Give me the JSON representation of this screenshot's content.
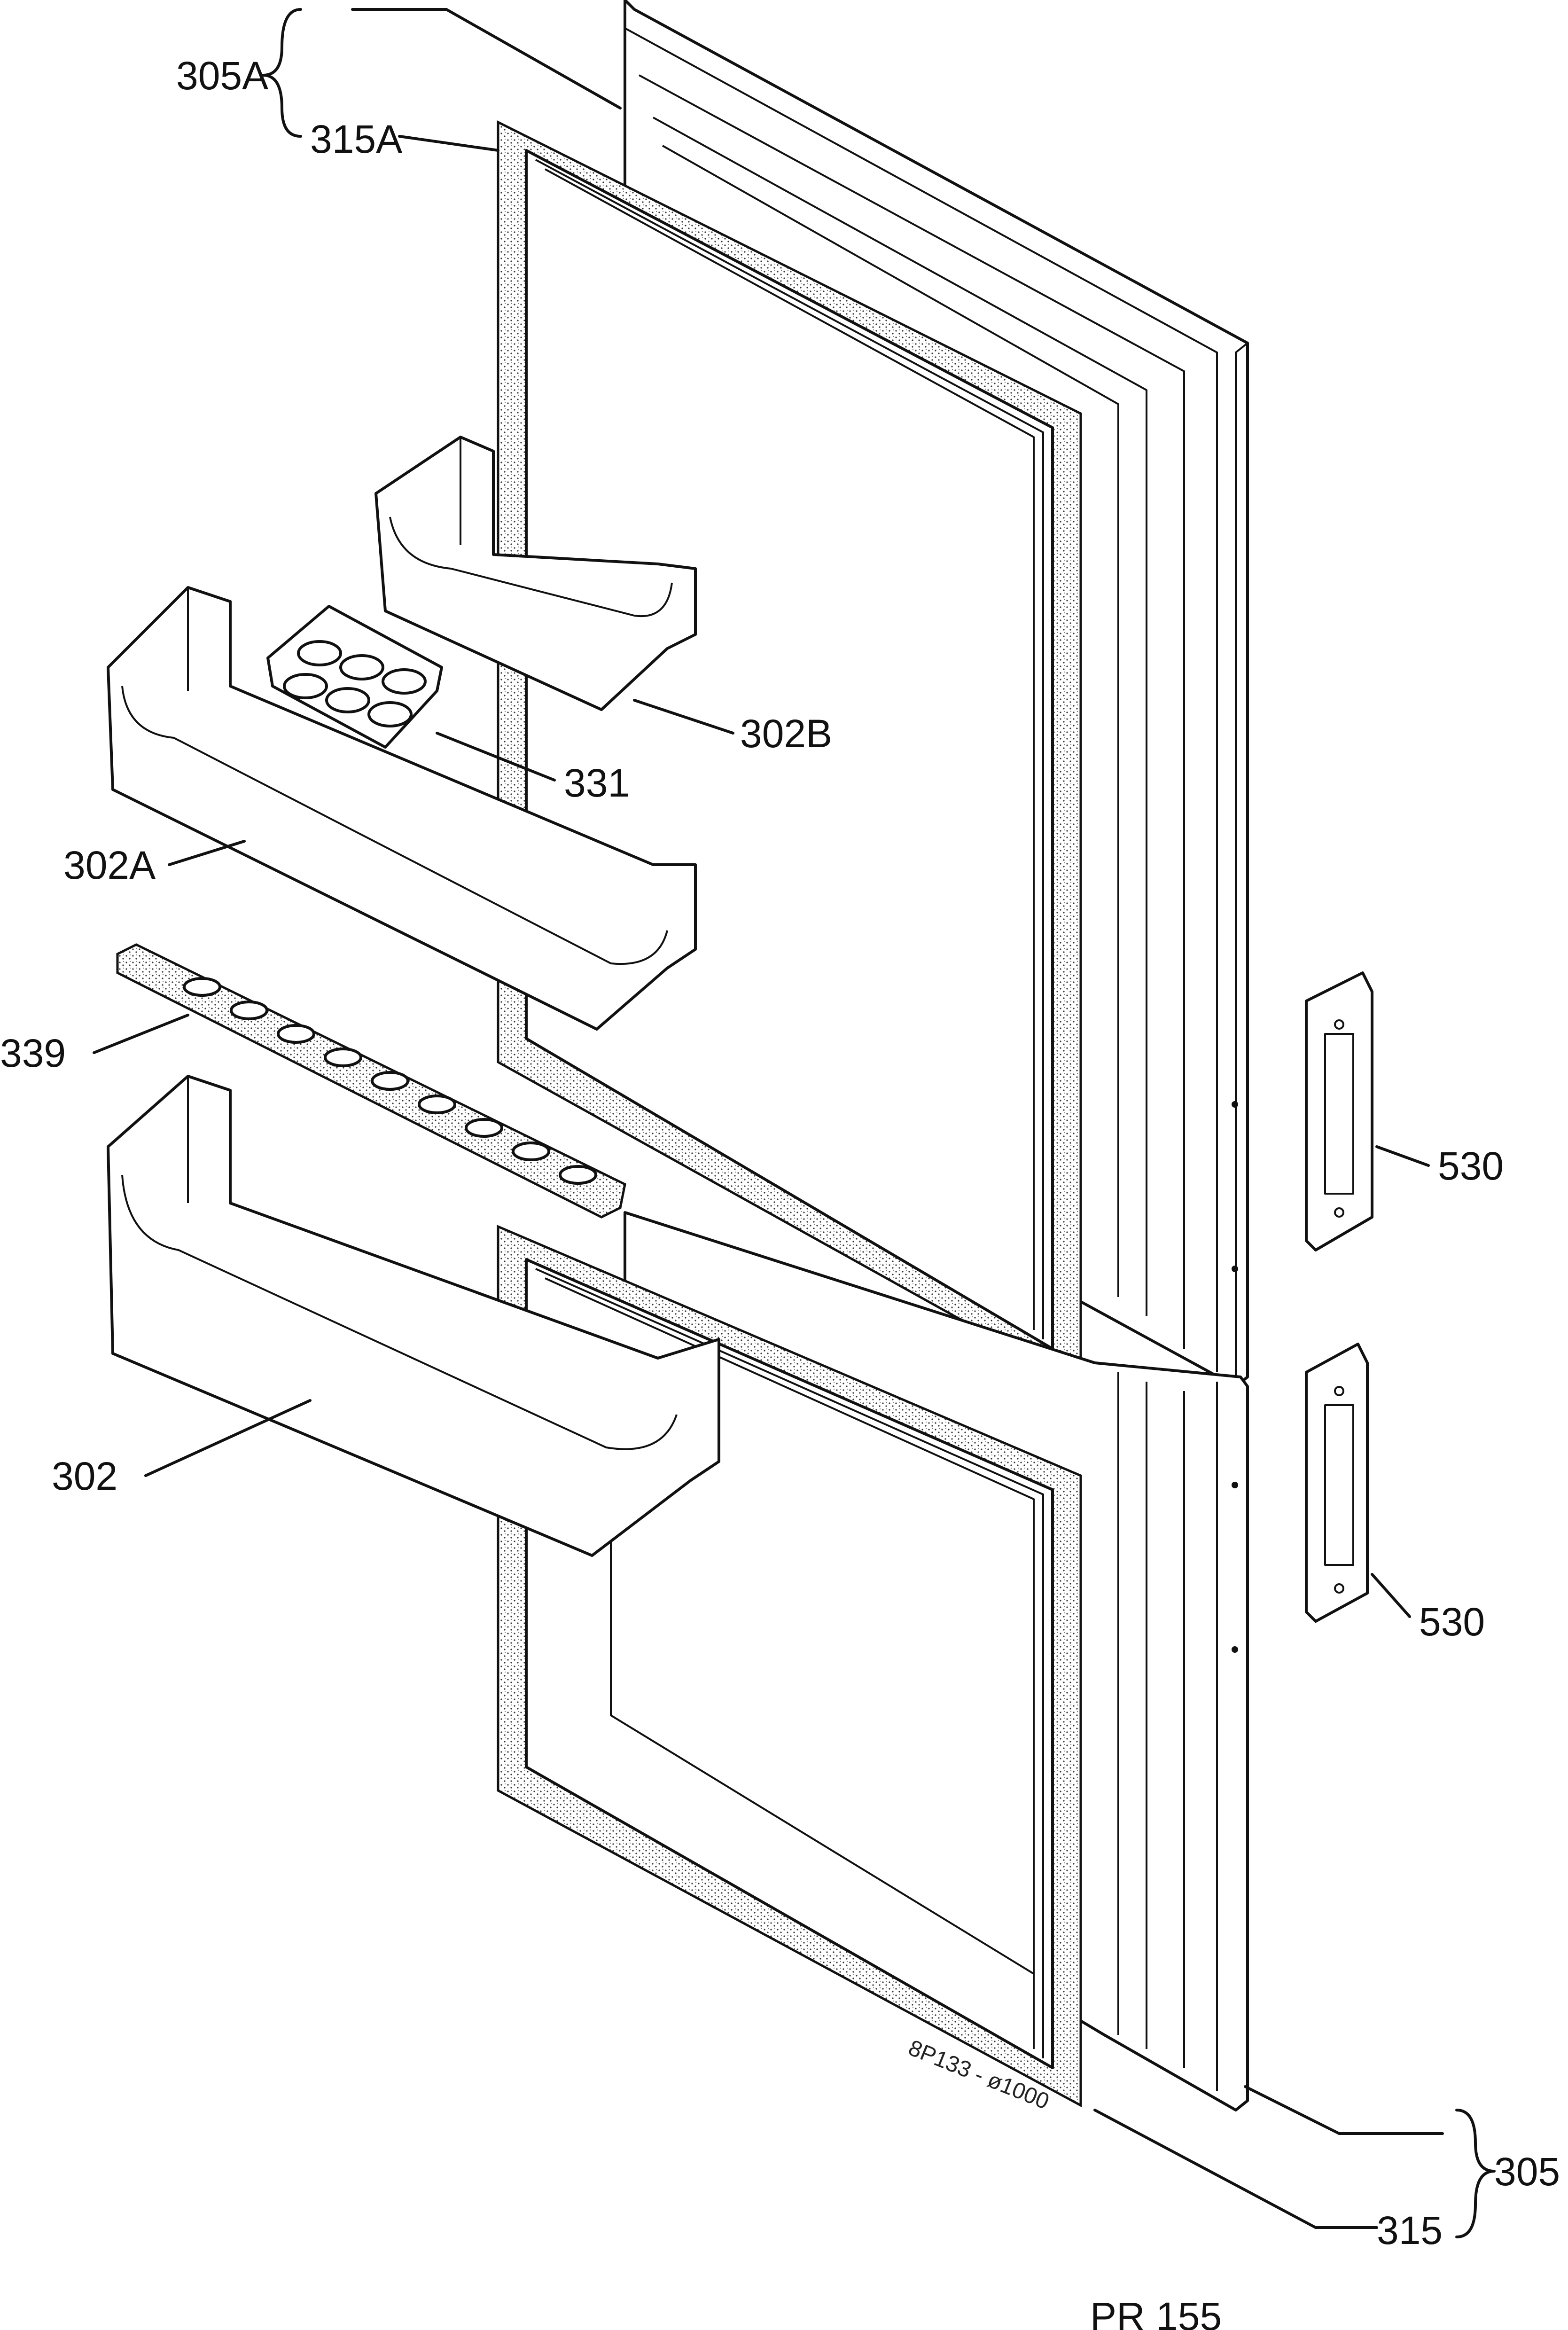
{
  "diagram": {
    "labels": {
      "l305a": "305A",
      "l315a": "315A",
      "l302b": "302B",
      "l331": "331",
      "l302a": "302A",
      "l339": "339",
      "l302": "302",
      "l530_top": "530",
      "l530_bot": "530",
      "l305": "305",
      "l315": "315",
      "stamp": "8P133 - ø1000",
      "ref": "PR 155"
    }
  }
}
